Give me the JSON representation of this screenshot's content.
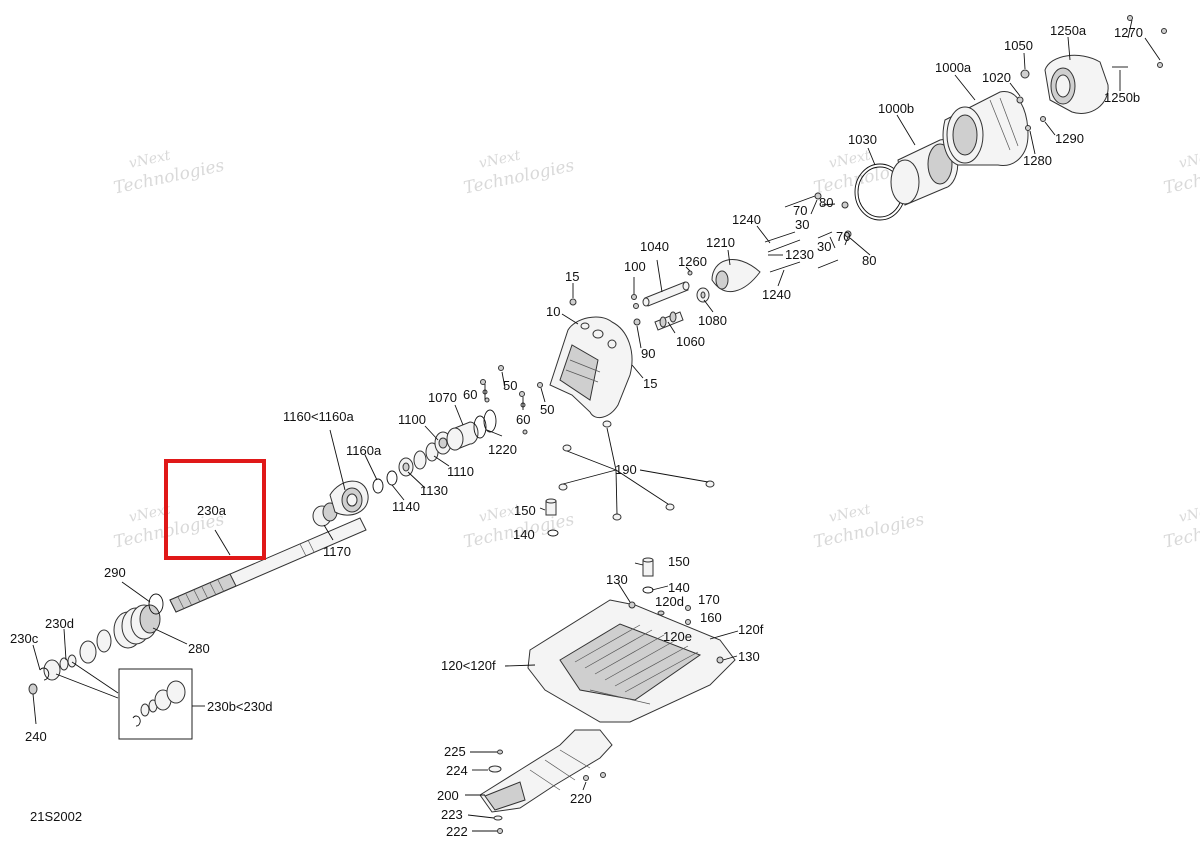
{
  "diagram_id": "21S2002",
  "watermark": [
    "vNext",
    "Technologies"
  ],
  "callouts": {
    "c10": "10",
    "c15a": "15",
    "c15b": "15",
    "c30a": "30",
    "c30b": "30",
    "c50a": "50",
    "c50b": "50",
    "c60a": "60",
    "c60b": "60",
    "c70a": "70",
    "c70b": "70",
    "c80a": "80",
    "c80b": "80",
    "c90": "90",
    "c100": "100",
    "c120": "120<120f",
    "c120d": "120d",
    "c120e": "120e",
    "c120f": "120f",
    "c130a": "130",
    "c130b": "130",
    "c140a": "140",
    "c140b": "140",
    "c150a": "150",
    "c150b": "150",
    "c160": "160",
    "c170": "170",
    "c190": "190",
    "c200": "200",
    "c220": "220",
    "c222": "222",
    "c223": "223",
    "c224": "224",
    "c225": "225",
    "c230a": "230a",
    "c230b": "230b<230d",
    "c230c": "230c",
    "c230d": "230d",
    "c240": "240",
    "c280": "280",
    "c290": "290",
    "c1000a": "1000a",
    "c1000b": "1000b",
    "c1020": "1020",
    "c1030": "1030",
    "c1040": "1040",
    "c1050": "1050",
    "c1060": "1060",
    "c1070": "1070",
    "c1080": "1080",
    "c1100": "1100",
    "c1110": "1110",
    "c1130": "1130",
    "c1140": "1140",
    "c1160": "1160<1160a",
    "c1160a": "1160a",
    "c1170": "1170",
    "c1210": "1210",
    "c1220": "1220",
    "c1230": "1230",
    "c1240a": "1240",
    "c1240b": "1240",
    "c1250a": "1250a",
    "c1250b": "1250b",
    "c1260": "1260",
    "c1270": "1270",
    "c1280": "1280",
    "c1290": "1290"
  },
  "highlight": {
    "color": "#e01818",
    "target": "230a"
  }
}
